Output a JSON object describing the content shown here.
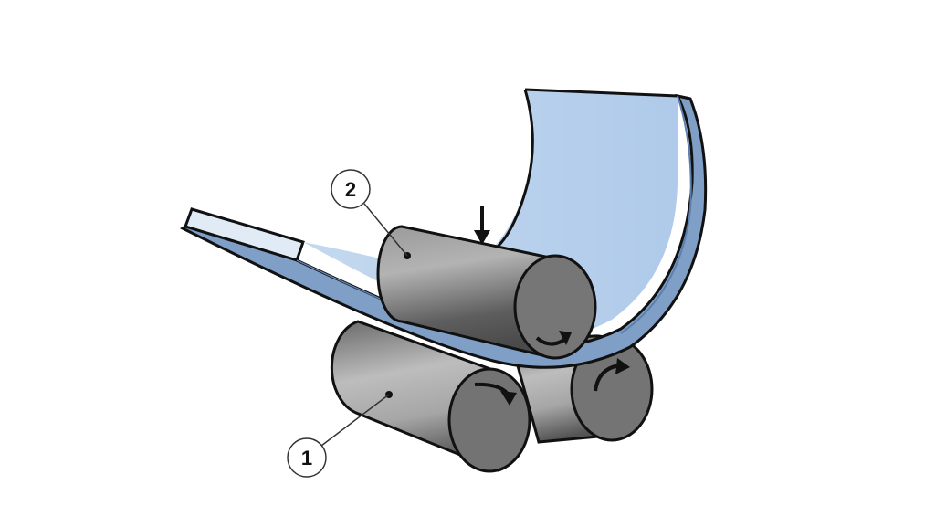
{
  "diagram": {
    "subject": "Three-roll plate bending",
    "callouts": [
      {
        "id": "callout-1",
        "label": "1",
        "target": "lower-left-roll"
      },
      {
        "id": "callout-2",
        "label": "2",
        "target": "top-roll"
      }
    ],
    "components": {
      "metal_sheet": "bent-plate",
      "top_roll": "top-roll",
      "lower_left_roll": "lower-left-roll",
      "lower_right_roll": "lower-right-roll",
      "force_arrow": "downward-force-arrow",
      "rotation_arrows": [
        "top-roll-rotation-arrow",
        "lower-left-roll-rotation-arrow",
        "lower-right-roll-rotation-arrow"
      ]
    },
    "colors": {
      "sheet_face_light": "#c9dcef",
      "sheet_face_mid": "#aac6e6",
      "sheet_edge": "#7f9fc7",
      "roll_body_light": "#b5b5b5",
      "roll_body_dark": "#6a6a6a",
      "roll_end": "#737373",
      "outline": "#111111",
      "background": "#ffffff"
    }
  }
}
